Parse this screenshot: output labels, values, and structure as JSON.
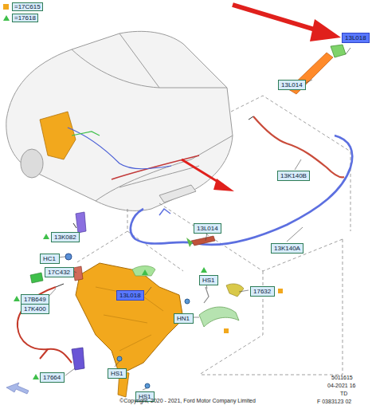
{
  "diagram": {
    "nodes": [
      {
        "text": [
          "13L018"
        ]
      },
      {
        "text": [
          "13L014"
        ]
      },
      {
        "text": [
          "13K140B"
        ]
      },
      {
        "text": [
          "13L014"
        ]
      },
      {
        "text": [
          "13K082"
        ]
      },
      {
        "text": [
          "13K140A"
        ]
      },
      {
        "text": [
          "HC1"
        ]
      },
      {
        "text": [
          "17C432"
        ]
      },
      {
        "text": [
          "HS1"
        ]
      },
      {
        "text": [
          "17632"
        ]
      },
      {
        "text": [
          "13L018"
        ]
      },
      {
        "text": [
          "17B649"
        ]
      },
      {
        "text": [
          "17K400"
        ]
      },
      {
        "text": [
          "HN1"
        ]
      },
      {
        "text": [
          "HS1"
        ]
      },
      {
        "text": [
          "17664"
        ]
      },
      {
        "text": [
          "HS1"
        ]
      }
    ],
    "edges": [],
    "labels": [
      "5011615",
      "04-2021 16",
      "TD",
      "F 0383123 02",
      "©Copyright, 2020 - 2021, Ford Motor Company Limited"
    ],
    "legend": [
      {
        "text": "=17C615",
        "color": "#f2a81d"
      },
      {
        "text": "=17618",
        "color": "#3fbf4a"
      }
    ]
  }
}
